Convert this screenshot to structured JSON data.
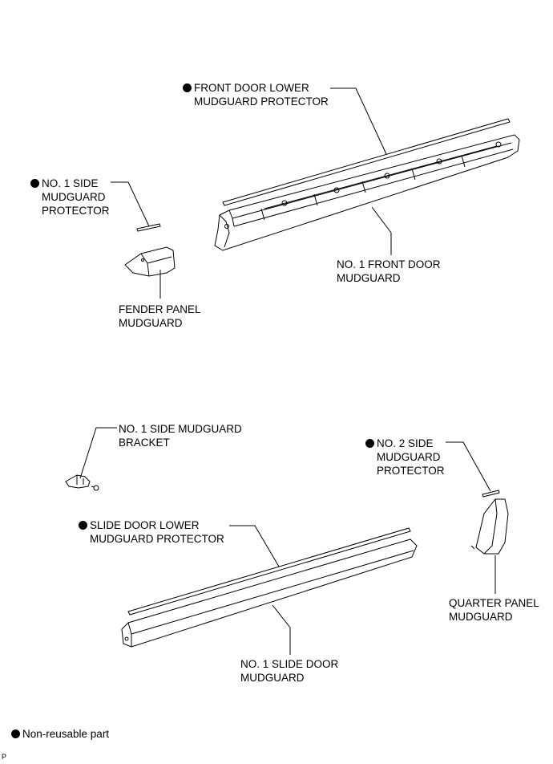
{
  "labels": {
    "front_door_lower_mudguard_protector": {
      "line1": "FRONT DOOR LOWER",
      "line2": "MUDGUARD PROTECTOR",
      "non_reusable": true
    },
    "no1_side_mudguard_protector": {
      "line1": "NO. 1 SIDE",
      "line2": "MUDGUARD",
      "line3": "PROTECTOR",
      "non_reusable": true
    },
    "no1_front_door_mudguard": {
      "line1": "NO. 1 FRONT DOOR",
      "line2": "MUDGUARD"
    },
    "fender_panel_mudguard": {
      "line1": "FENDER PANEL",
      "line2": "MUDGUARD"
    },
    "no1_side_mudguard_bracket": {
      "line1": "NO. 1 SIDE MUDGUARD",
      "line2": "BRACKET"
    },
    "no2_side_mudguard_protector": {
      "line1": "NO. 2 SIDE",
      "line2": "MUDGUARD",
      "line3": "PROTECTOR",
      "non_reusable": true
    },
    "slide_door_lower_mudguard_protector": {
      "line1": "SLIDE DOOR LOWER",
      "line2": "MUDGUARD PROTECTOR",
      "non_reusable": true
    },
    "quarter_panel_mudguard": {
      "line1": "QUARTER PANEL",
      "line2": "MUDGUARD"
    },
    "no1_slide_door_mudguard": {
      "line1": "NO. 1 SLIDE DOOR",
      "line2": "MUDGUARD"
    }
  },
  "legend": {
    "text": "Non-reusable part",
    "symbol": "filled-circle-icon"
  },
  "corner_mark": "P",
  "colors": {
    "line": "#000000",
    "fill": "#ffffff",
    "shade": "#e8e8e8"
  }
}
